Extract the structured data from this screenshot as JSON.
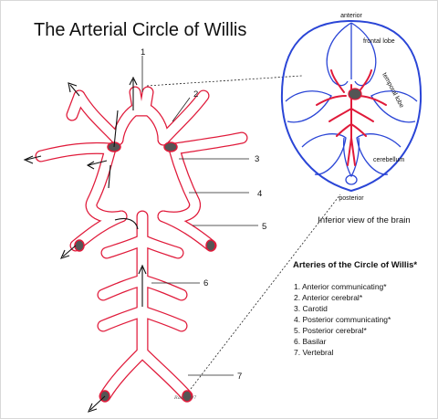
{
  "title": "The Arterial Circle of Willis",
  "callout_numbers": [
    "1",
    "2",
    "3",
    "4",
    "5",
    "6",
    "7"
  ],
  "brain_labels": {
    "anterior": "anterior",
    "frontal_lobe": "frontal lobe",
    "temporal_lobe": "temporal lobe",
    "cerebellum": "cerebellum",
    "posterior": "posterior"
  },
  "brain_caption": "Inferior view of the brain",
  "legend": {
    "heading": "Arteries of the Circle of Willis*",
    "items": [
      "1. Anterior communicating*",
      "2. Anterior cerebral*",
      "3. Carotid",
      "4. Posterior communicating*",
      "5. Posterior cerebral*",
      "6. Basilar",
      "7. Vertebral"
    ]
  },
  "signature": "Rao 1997",
  "colors": {
    "artery": "#e01a3a",
    "brain_outline": "#2a45d6",
    "text": "#111111"
  }
}
